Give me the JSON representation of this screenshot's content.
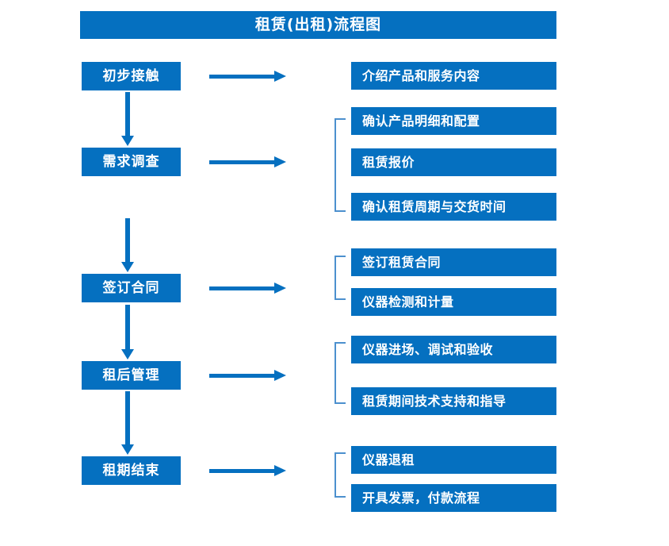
{
  "diagram": {
    "title": "租赁(出租)流程图",
    "accent_color": "#0570C0",
    "bracket_color": "#4C90CE",
    "background_color": "#FFFFFF"
  },
  "stages": [
    {
      "label": "初步接触"
    },
    {
      "label": "需求调查"
    },
    {
      "label": "签订合同"
    },
    {
      "label": "租后管理"
    },
    {
      "label": "租期结束"
    }
  ],
  "details": [
    {
      "label": "介绍产品和服务内容"
    },
    {
      "label": "确认产品明细和配置"
    },
    {
      "label": "租赁报价"
    },
    {
      "label": "确认租赁周期与交货时间"
    },
    {
      "label": "签订租赁合同"
    },
    {
      "label": "仪器检测和计量"
    },
    {
      "label": "仪器进场、调试和验收"
    },
    {
      "label": "租赁期间技术支持和指导"
    },
    {
      "label": "仪器退租"
    },
    {
      "label": "开具发票，付款流程"
    }
  ]
}
